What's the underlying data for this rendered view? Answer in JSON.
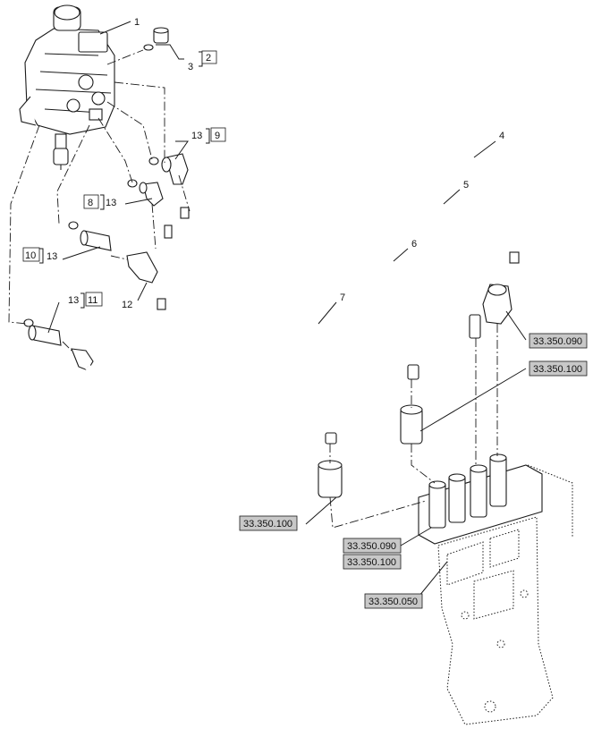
{
  "diagram": {
    "callouts": [
      {
        "id": "c1",
        "text": "1"
      },
      {
        "id": "c2",
        "text": "2"
      },
      {
        "id": "c3",
        "text": "3"
      },
      {
        "id": "c4",
        "text": "4"
      },
      {
        "id": "c5",
        "text": "5"
      },
      {
        "id": "c6",
        "text": "6"
      },
      {
        "id": "c7",
        "text": "7"
      },
      {
        "id": "c8",
        "text": "8"
      },
      {
        "id": "c9",
        "text": "9"
      },
      {
        "id": "c10",
        "text": "10"
      },
      {
        "id": "c11",
        "text": "11"
      },
      {
        "id": "c12",
        "text": "12"
      },
      {
        "id": "c13a",
        "text": "13"
      },
      {
        "id": "c13b",
        "text": "13"
      },
      {
        "id": "c13c",
        "text": "13"
      },
      {
        "id": "c13d",
        "text": "13"
      }
    ],
    "references": [
      {
        "id": "r1",
        "text": "33.350.090"
      },
      {
        "id": "r2",
        "text": "33.350.100"
      },
      {
        "id": "r3",
        "text": "33.350.100"
      },
      {
        "id": "r4",
        "text": "33.350.090"
      },
      {
        "id": "r5",
        "text": "33.350.100"
      },
      {
        "id": "r6",
        "text": "33.350.050"
      }
    ]
  },
  "colors": {
    "line": "#1a1a1a",
    "ref_fill": "#c8c8c8",
    "pipe_fill": "#ffffff"
  }
}
